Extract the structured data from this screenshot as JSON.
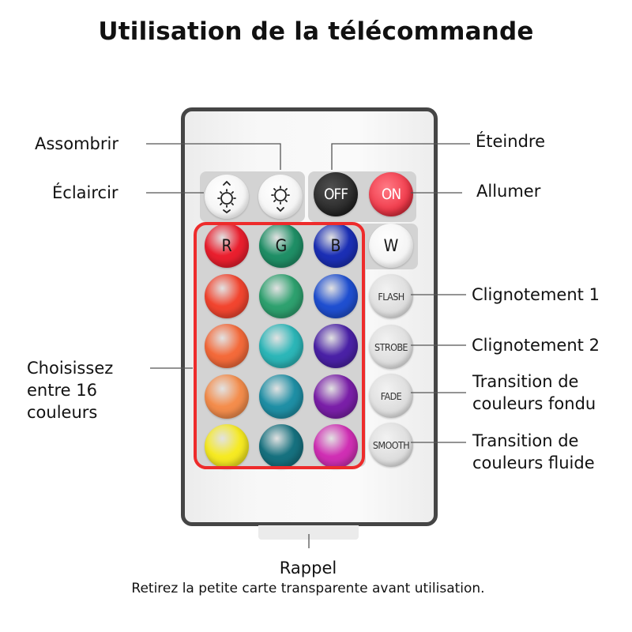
{
  "title": "Utilisation de la télécommande",
  "labels": {
    "dim": "Assombrir",
    "brighten": "Éclaircir",
    "power_off": "Éteindre",
    "power_on": "Allumer",
    "flash": "Clignotement 1",
    "strobe": "Clignotement 2",
    "fade": "Transition de\ncouleurs fondu",
    "smooth": "Transition de\ncouleurs fluide",
    "colors": "Choisissez\nentre 16\ncouleurs"
  },
  "buttons": {
    "off": "OFF",
    "on": "ON",
    "r": "R",
    "g": "G",
    "b": "B",
    "w": "W",
    "flash": "FLASH",
    "strobe": "STROBE",
    "fade": "FADE",
    "smooth": "SMOOTH"
  },
  "colors": {
    "grid": [
      [
        "#ea1f2e",
        "#1f8f66",
        "#1b2fb5"
      ],
      [
        "#f2452f",
        "#2ea16f",
        "#1f4fd0"
      ],
      [
        "#f46a3a",
        "#2cb6b8",
        "#4a21a6"
      ],
      [
        "#f48d4c",
        "#1f8fa5",
        "#7a1fa8"
      ],
      [
        "#f6ea22",
        "#16717f",
        "#d02fb4"
      ]
    ],
    "outline": "#ee2b2b"
  },
  "icons": {
    "brighten": "sun-arrows-out-icon",
    "dim": "sun-arrows-in-icon"
  },
  "footer": {
    "title": "Rappel",
    "note": "Retirez la petite carte transparente avant utilisation."
  }
}
